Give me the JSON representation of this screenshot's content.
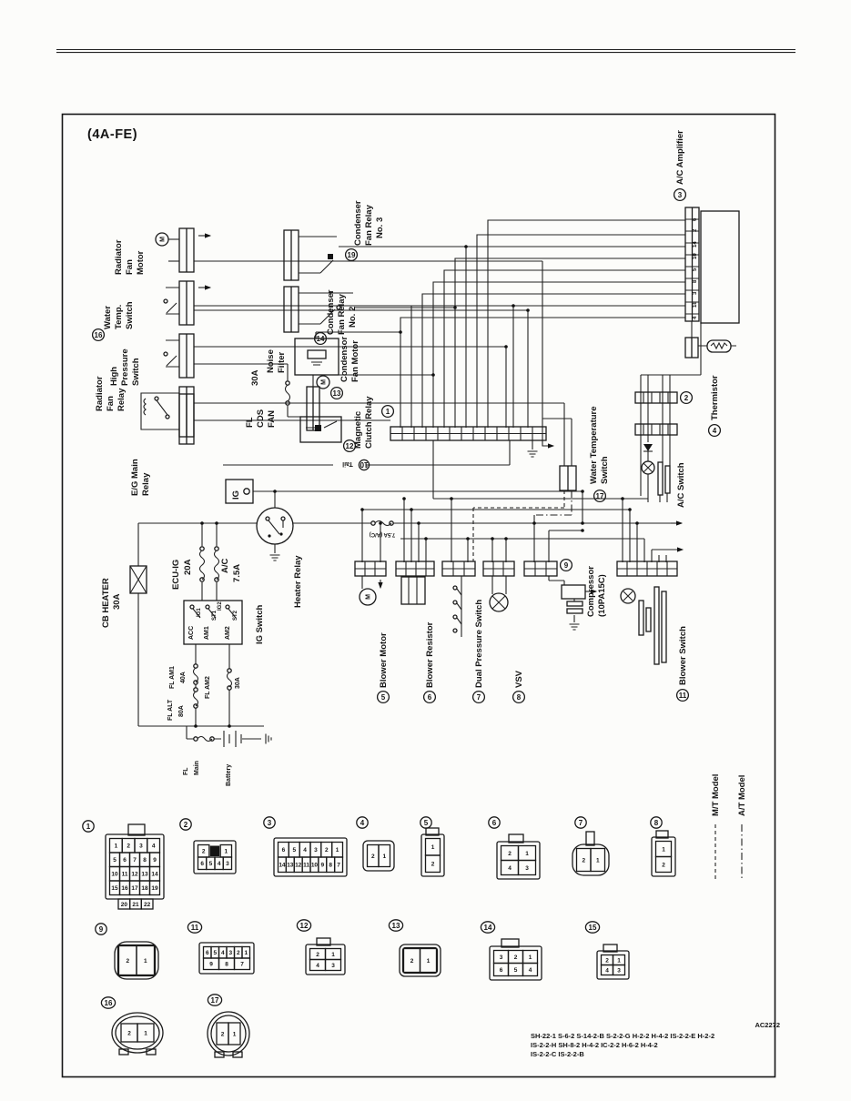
{
  "page": {
    "engine": "(4A-FE)",
    "figure_code": "AC2272",
    "refs": [
      "SH-22-1 S-6-2 S-14-2-B S-2-2-G H-2-2 H-4-2 IS-2-2-E H-2-2",
      "IS-2-2-H SH-8-2 H-4-2 IC-2-2 H-6-2 H-4-2",
      "IS-2-2-C IS-2-2-B"
    ]
  },
  "legend": {
    "mt": "M/T Model",
    "at": "A/T Model"
  },
  "symbols": {
    "motor": "M"
  },
  "components": {
    "radiator_fan_motor": {
      "lines": [
        "Radiator",
        "Fan",
        "Motor"
      ]
    },
    "water_temp_switch": {
      "lines": [
        "Water",
        "Temp.",
        "Switch"
      ]
    },
    "high_pressure_switch": {
      "num": "16",
      "lines": [
        "High",
        "Pressure",
        "Switch"
      ]
    },
    "radiator_fan_relay": {
      "lines": [
        "Radiator",
        "Fan",
        "Relay"
      ]
    },
    "eg_main_relay": {
      "lines": [
        "E/G Main",
        "Relay"
      ]
    },
    "condenser_fan_relay_no3": {
      "num": "19",
      "lines": [
        "Condenser",
        "Fan Relay",
        "No. 3"
      ]
    },
    "condenser_fan_relay_no2": {
      "num": "14",
      "lines": [
        "Condenser",
        "Fan Relay",
        "No. 2"
      ]
    },
    "noise_filter": {
      "lines": [
        "Noise",
        "Filter"
      ]
    },
    "fl_cds_fan": {
      "rating": "30A",
      "lines": [
        "FL",
        "CDS",
        "FAN"
      ]
    },
    "condenser_fan_motor": {
      "num": "13",
      "lines": [
        "Condensor",
        "Fan Motor"
      ]
    },
    "magnetic_clutch_relay": {
      "num": "12",
      "lines": [
        "Magnetic",
        "Clutch Relay"
      ]
    },
    "harness_connector_1": {
      "num": "1"
    },
    "harness_connector_2": {
      "num": "2"
    },
    "tail": {
      "num": "10",
      "label": "Tail"
    },
    "ig_terminal": {
      "label": "IG"
    },
    "heater_relay": {
      "label": "Heater Relay"
    },
    "ac_fuse_mid": {
      "label": "7.5A (A/C)"
    },
    "cb_heater": {
      "lines": [
        "CB HEATER",
        "30A"
      ]
    },
    "ecu_ig_fuse": {
      "name": "ECU-IG",
      "rating": "20A"
    },
    "ac_fuse": {
      "name": "A/C",
      "rating": "7.5A"
    },
    "ig_switch": {
      "label": "IG Switch",
      "terminals": {
        "acc": "ACC",
        "ig1": "IG1",
        "st1": "ST1",
        "am1": "AM1",
        "ig2": "IG2",
        "st2": "ST2",
        "am2": "AM2"
      }
    },
    "fl_am1": {
      "name": "FL AM1",
      "rating": "40A"
    },
    "fl_alt": {
      "name": "FL ALT",
      "rating": "80A"
    },
    "fl_am2": {
      "name": "FL AM2",
      "rating": "30A"
    },
    "fl_main": {
      "lines": [
        "FL",
        "Main"
      ]
    },
    "battery": {
      "label": "Battery"
    },
    "blower_motor": {
      "num": "5",
      "label": "Blower Motor"
    },
    "blower_resistor": {
      "num": "6",
      "label": "Blower Resistor"
    },
    "dual_pressure_switch": {
      "num": "7",
      "label": "Dual Pressure Switch"
    },
    "vsv": {
      "num": "8",
      "label": "VSV"
    },
    "compressor": {
      "num": "9",
      "lines": [
        "Compressor",
        "(10PA15C)"
      ]
    },
    "water_temperature_switch": {
      "num": "17",
      "lines": [
        "Water Temperature",
        "Switch"
      ]
    },
    "ac_switch": {
      "label": "A/C Switch"
    },
    "blower_switch": {
      "num": "11",
      "label": "Blower Switch"
    },
    "ac_amplifier": {
      "num": "3",
      "label": "A/C Amplifier",
      "pins": [
        "4",
        "18",
        "3",
        "8",
        "5",
        "10",
        "14",
        "2",
        "6"
      ]
    },
    "thermistor": {
      "num": "4",
      "label": "Thermistor"
    }
  },
  "connector_pinouts": [
    {
      "num": "1",
      "rows": [
        [
          "1",
          "2",
          "3",
          "4"
        ],
        [
          "5",
          "6",
          "7",
          "8",
          "9"
        ],
        [
          "10",
          "11",
          "12",
          "13",
          "14"
        ],
        [
          "15",
          "16",
          "17",
          "18",
          "19"
        ],
        [
          "20",
          "21",
          "22"
        ]
      ]
    },
    {
      "num": "2",
      "rows": [
        [
          "2",
          "",
          "1"
        ],
        [
          "6",
          "5",
          "4",
          "3"
        ]
      ]
    },
    {
      "num": "3",
      "rows": [
        [
          "6",
          "5",
          "4",
          "3",
          "2",
          "1"
        ],
        [
          "14",
          "13",
          "12",
          "11",
          "10",
          "9",
          "8",
          "7"
        ]
      ]
    },
    {
      "num": "4",
      "rows": [
        [
          "2",
          "1"
        ]
      ]
    },
    {
      "num": "5",
      "rows": [
        [
          "1"
        ],
        [
          "2"
        ]
      ]
    },
    {
      "num": "6",
      "rows": [
        [
          "2",
          "1"
        ],
        [
          "4",
          "3"
        ]
      ]
    },
    {
      "num": "7",
      "rows": [
        [
          "2",
          "1"
        ]
      ]
    },
    {
      "num": "8",
      "rows": [
        [
          "1"
        ],
        [
          "2"
        ]
      ]
    },
    {
      "num": "9",
      "rows": [
        [
          "2",
          "1"
        ]
      ]
    },
    {
      "num": "11",
      "rows": [
        [
          "6",
          "5",
          "4",
          "3",
          "2",
          "1"
        ],
        [
          "9",
          "8",
          "7"
        ]
      ]
    },
    {
      "num": "12",
      "rows": [
        [
          "2",
          "1"
        ],
        [
          "4",
          "3"
        ]
      ]
    },
    {
      "num": "13",
      "rows": [
        [
          "2",
          "1"
        ]
      ]
    },
    {
      "num": "14",
      "rows": [
        [
          "3",
          "2",
          "1"
        ],
        [
          "6",
          "5",
          "4"
        ]
      ]
    },
    {
      "num": "15",
      "rows": [
        [
          "2",
          "1"
        ],
        [
          "4",
          "3"
        ]
      ]
    },
    {
      "num": "16",
      "rows": [
        [
          "2",
          "1"
        ]
      ]
    },
    {
      "num": "17",
      "rows": [
        [
          "2",
          "1"
        ]
      ]
    }
  ]
}
